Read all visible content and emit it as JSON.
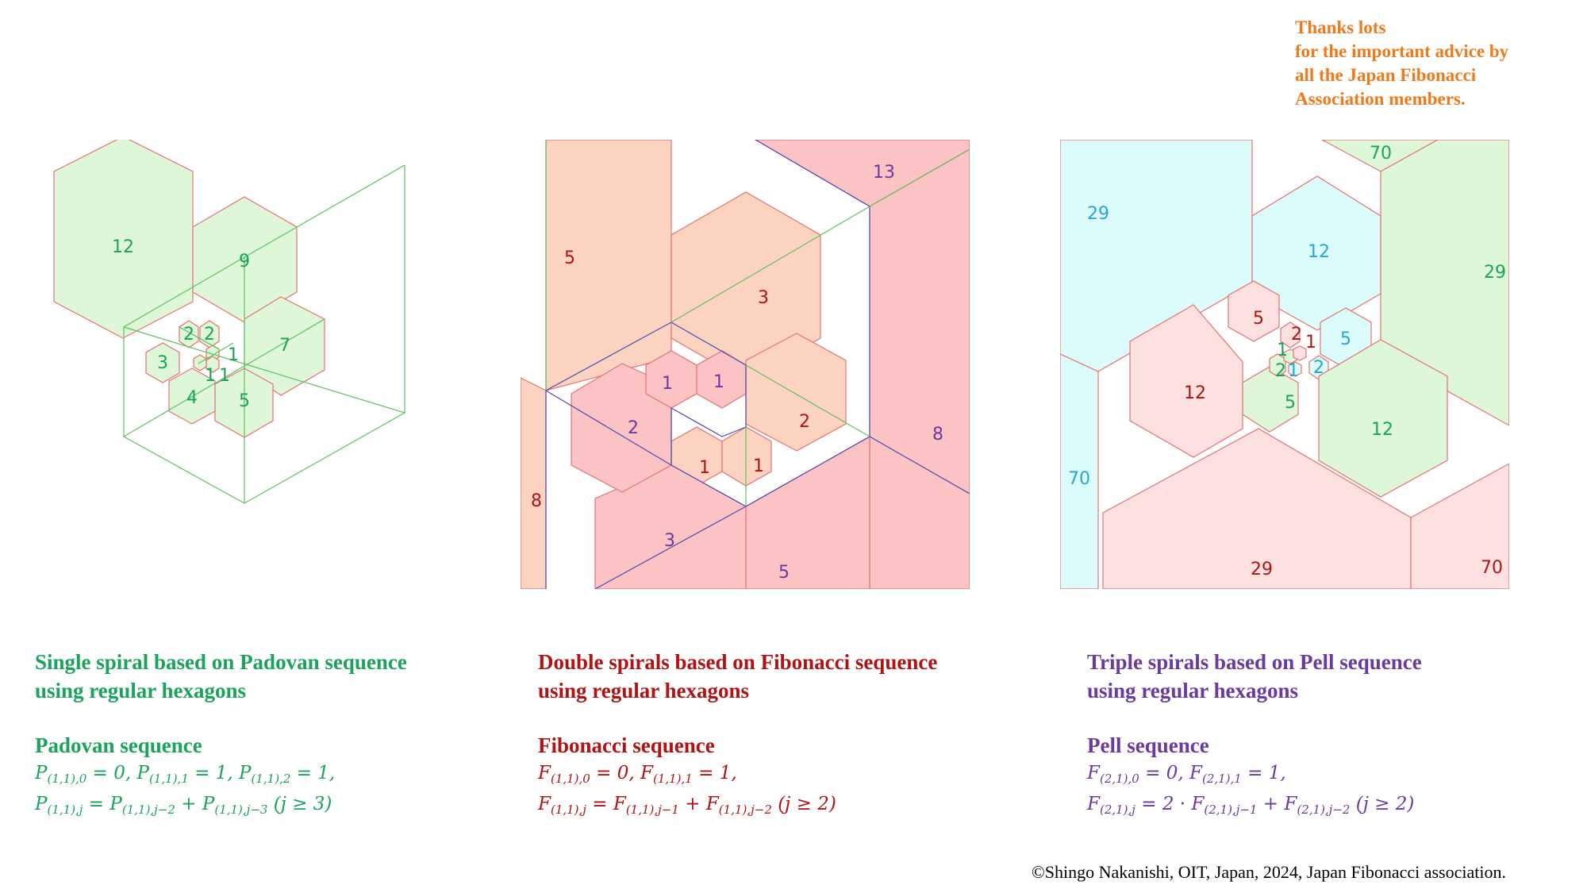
{
  "thanks": [
    "Thanks lots",
    "for the important advice by",
    "all the Japan Fibonacci",
    "Association members."
  ],
  "colors": {
    "green": "#1aa35a",
    "red": "#b01313",
    "purple": "#6a3a9e",
    "orange": "#ee7a1c",
    "cyan": "#2aa7cf",
    "green_fill": "#dff7d9",
    "peach_fill": "#fbd3c0",
    "pink_fill": "#fcc3c5",
    "lightpink_fill": "#fde0e0",
    "cyan_fill": "#dcfbfb"
  },
  "panels": [
    {
      "title_lines": [
        "Single spiral based on Padovan sequence",
        "using regular hexagons"
      ],
      "seq_name": "Padovan sequence",
      "labels": [
        "12",
        "9",
        "7",
        "5",
        "4",
        "3",
        "2",
        "2",
        "1",
        "1",
        "1"
      ],
      "formula": [
        [
          "P",
          "(1,1),0",
          " = 0,  ",
          "P",
          "(1,1),1",
          " = 1,  ",
          "P",
          "(1,1),2",
          " = 1,"
        ],
        [
          "P",
          "(1,1),j",
          " = ",
          "P",
          "(1,1),j−2",
          " + ",
          "P",
          "(1,1),j−3",
          "   (j ≥ 3)"
        ]
      ]
    },
    {
      "title_lines": [
        "Double spirals based on Fibonacci sequence",
        "using regular hexagons"
      ],
      "seq_name": "Fibonacci sequence",
      "labels": [
        "5",
        "3",
        "2",
        "1",
        "1",
        "8",
        "13",
        "8",
        "5",
        "3",
        "2",
        "1",
        "1"
      ],
      "formula": [
        [
          "F",
          "(1,1),0",
          " = 0,        ",
          "F",
          "(1,1),1",
          " = 1,"
        ],
        [
          "F",
          "(1,1),j",
          " = ",
          "F",
          "(1,1),j−1",
          " + ",
          "F",
          "(1,1),j−2",
          "   (j ≥ 2)"
        ]
      ]
    },
    {
      "title_lines": [
        "Triple spirals based on Pell sequence",
        "using regular hexagons"
      ],
      "seq_name": "Pell sequence",
      "labels": [
        "29",
        "12",
        "5",
        "2",
        "1",
        "70",
        "29",
        "12",
        "5",
        "2",
        "1",
        "70",
        "29",
        "12",
        "5",
        "2",
        "1",
        "70"
      ],
      "formula": [
        [
          "F",
          "(2,1),0",
          " = 0,        ",
          "F",
          "(2,1),1",
          " = 1,"
        ],
        [
          "F",
          "(2,1),j",
          " = 2 · ",
          "F",
          "(2,1),j−1",
          " + ",
          "F",
          "(2,1),j−2",
          "   (j ≥ 2)"
        ]
      ]
    }
  ],
  "copyright": "©Shingo Nakanishi, OIT, Japan, 2024, Japan Fibonacci association."
}
